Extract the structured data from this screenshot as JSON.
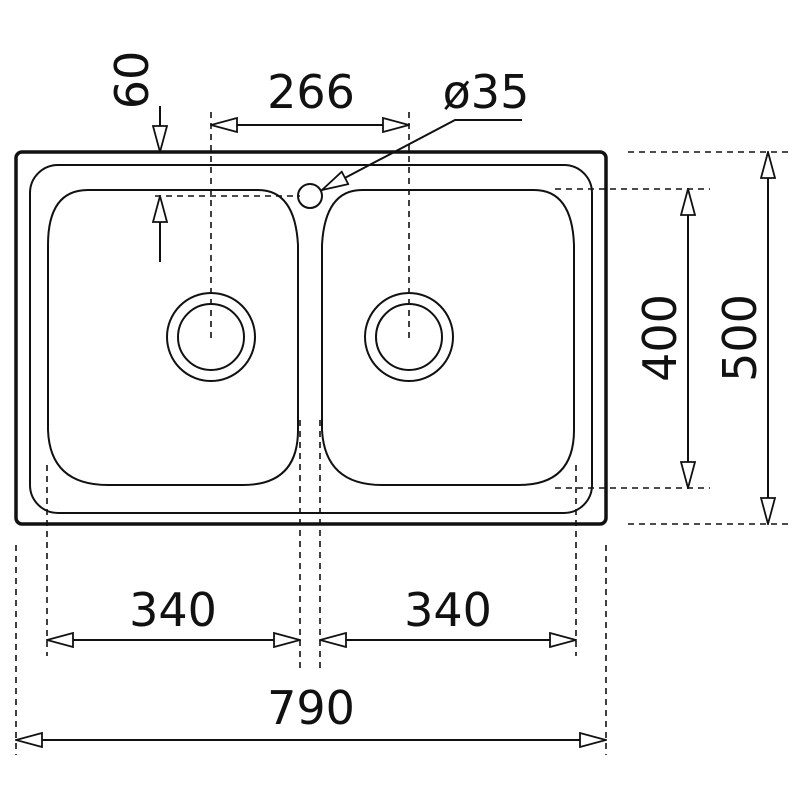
{
  "dimensions": {
    "overall_width": "790",
    "bowl_width_left": "340",
    "bowl_width_right": "340",
    "drain_spacing": "266",
    "overall_depth": "500",
    "bowl_depth": "400",
    "rim_offset": "60",
    "tap_hole": "ø35"
  },
  "colors": {
    "line": "#111111",
    "background": "#ffffff"
  }
}
